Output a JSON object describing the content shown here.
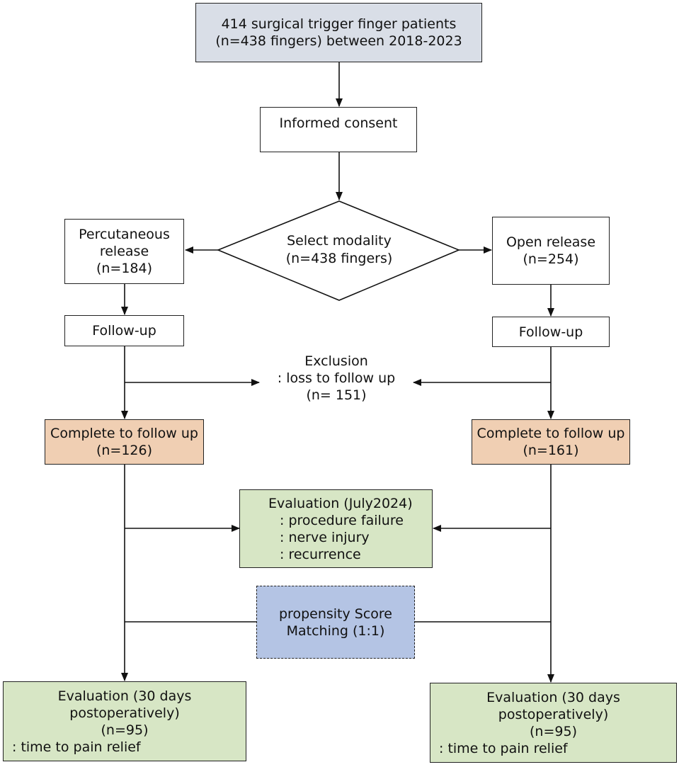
{
  "start": {
    "line1": "414 surgical trigger finger patients",
    "line2": "(n=438 fingers) between 2018-2023"
  },
  "consent": {
    "label": "Informed consent"
  },
  "decision": {
    "line1": "Select modality",
    "line2": "(n=438 fingers)"
  },
  "left": {
    "release": {
      "line1": "Percutaneous",
      "line2": "release",
      "line3": "(n=184)"
    },
    "followup": "Follow-up",
    "complete": {
      "line1": "Complete to follow up",
      "line2": "(n=126)"
    },
    "final": {
      "line1": "Evaluation (30 days",
      "line2": "postoperatively)",
      "line3": "(n=95)",
      "line4": ": time to pain relief"
    }
  },
  "right": {
    "release": {
      "line1": "Open release",
      "line2": "(n=254)"
    },
    "followup": "Follow-up",
    "complete": {
      "line1": "Complete to follow up",
      "line2": "(n=161)"
    },
    "final": {
      "line1": "Evaluation (30 days",
      "line2": "postoperatively)",
      "line3": "(n=95)",
      "line4": ": time to pain relief"
    }
  },
  "exclusion": {
    "line1": "Exclusion",
    "line2": ": loss to follow up",
    "line3": "(n= 151)"
  },
  "evaluation": {
    "title": "Evaluation (July2024)",
    "items": [
      ": procedure failure",
      ": nerve injury",
      ": recurrence"
    ]
  },
  "matching": {
    "line1": "propensity Score",
    "line2": "Matching (1:1)"
  },
  "colors": {
    "start_fill": "#d9dee7",
    "complete_fill": "#f0cfb3",
    "evaluation_fill": "#d7e6c5",
    "matching_fill": "#b4c4e4",
    "line": "#222222"
  }
}
